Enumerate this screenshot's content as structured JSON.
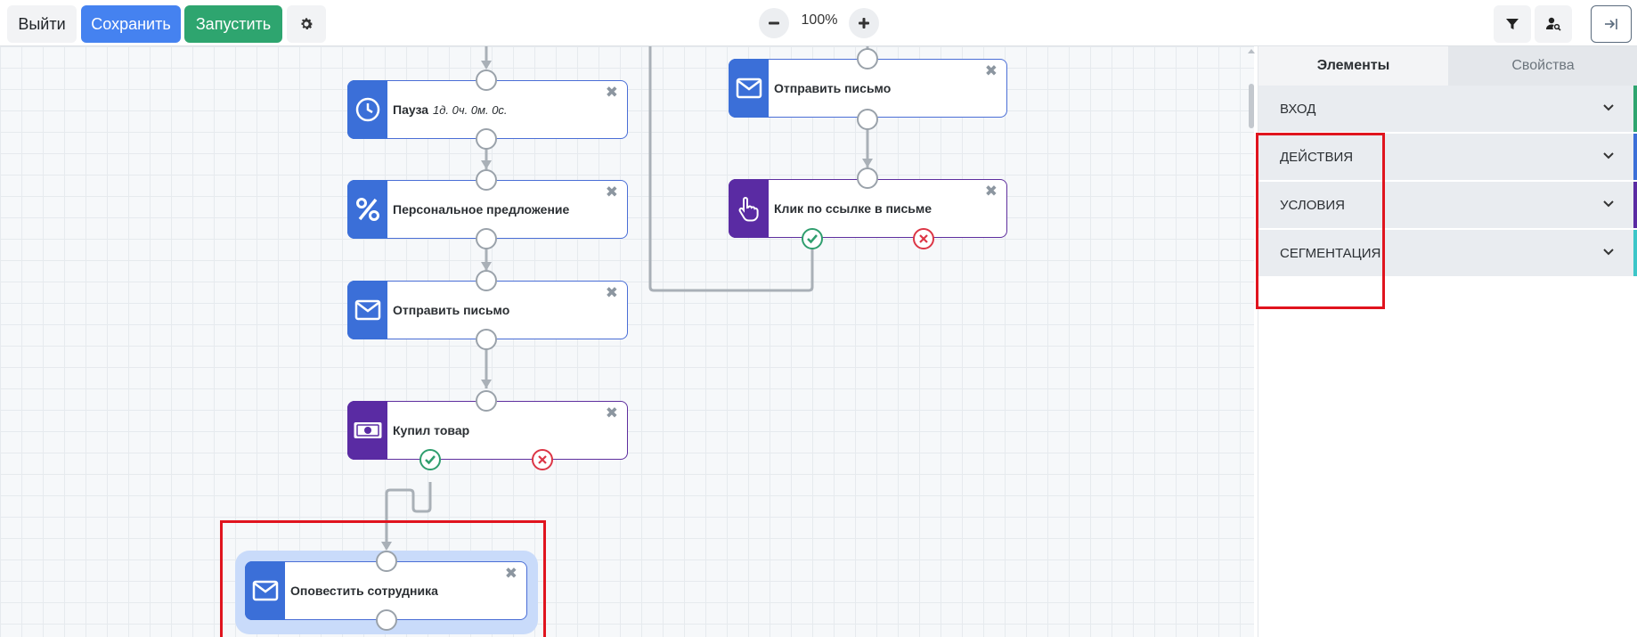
{
  "toolbar": {
    "exit_label": "Выйти",
    "save_label": "Сохранить",
    "run_label": "Запустить",
    "zoom_value": "100%",
    "save_color": "#4582f0",
    "run_color": "#2ea56f"
  },
  "nodes": {
    "pause": {
      "label": "Пауза",
      "detail": "1д. 0ч. 0м. 0с."
    },
    "offer": {
      "label": "Персональное предложение"
    },
    "email1": {
      "label": "Отправить письмо"
    },
    "purchase": {
      "label": "Купил товар"
    },
    "notify": {
      "label": "Оповестить сотрудника"
    },
    "email2": {
      "label": "Отправить письмо"
    },
    "click": {
      "label": "Клик по ссылке в письме"
    }
  },
  "node_icons": {
    "pause": "clock-icon",
    "offer": "percent-icon",
    "email": "envelope-icon",
    "purchase": "banknote-icon",
    "click": "hand-pointer-icon",
    "close": "close-icon"
  },
  "panel": {
    "tabs": [
      {
        "label": "Элементы",
        "active": true
      },
      {
        "label": "Свойства",
        "active": false
      }
    ],
    "sections": [
      {
        "label": "ВХОД",
        "color": "#2ea56f"
      },
      {
        "label": "ДЕЙСТВИЯ",
        "color": "#3b6fd8"
      },
      {
        "label": "УСЛОВИЯ",
        "color": "#5a2ba3"
      },
      {
        "label": "СЕГМЕНТАЦИЯ",
        "color": "#3cc6c8"
      }
    ]
  },
  "colors": {
    "action_blue": "#3b6fd8",
    "condition_purple": "#5a2ba3",
    "success_green": "#2f9e6e",
    "fail_red": "#dc3545",
    "annotation_red": "#e0141e"
  }
}
